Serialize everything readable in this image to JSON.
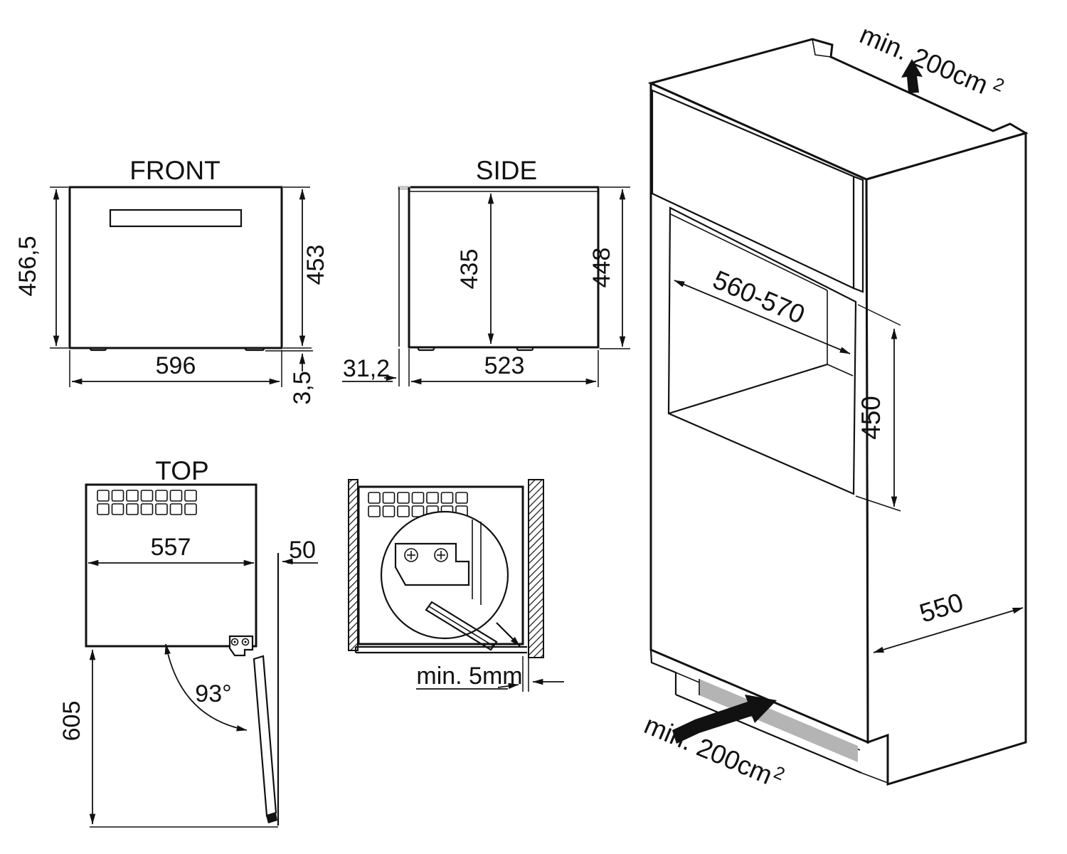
{
  "front_view": {
    "title": "FRONT",
    "height_overall": "456,5",
    "height_right": "453",
    "width": "596",
    "foot_height": "3,5"
  },
  "side_view": {
    "title": "SIDE",
    "inner_height": "435",
    "height": "448",
    "door_thickness": "31,2",
    "depth": "523"
  },
  "top_view": {
    "title": "TOP",
    "width": "557",
    "side_clearance": "50",
    "door_open_depth": "605",
    "door_angle": "93°"
  },
  "detail_view": {
    "min_gap": "min. 5mm"
  },
  "cabinet_view": {
    "top_vent": "min. 200cm",
    "top_vent_sup": "2",
    "niche_width": "560-570",
    "niche_height": "450",
    "depth": "550",
    "bottom_vent": "min. 200cm",
    "bottom_vent_sup": "2"
  },
  "colors": {
    "line": "#111111",
    "vent_gray": "#b4b4b4",
    "background": "#ffffff"
  }
}
